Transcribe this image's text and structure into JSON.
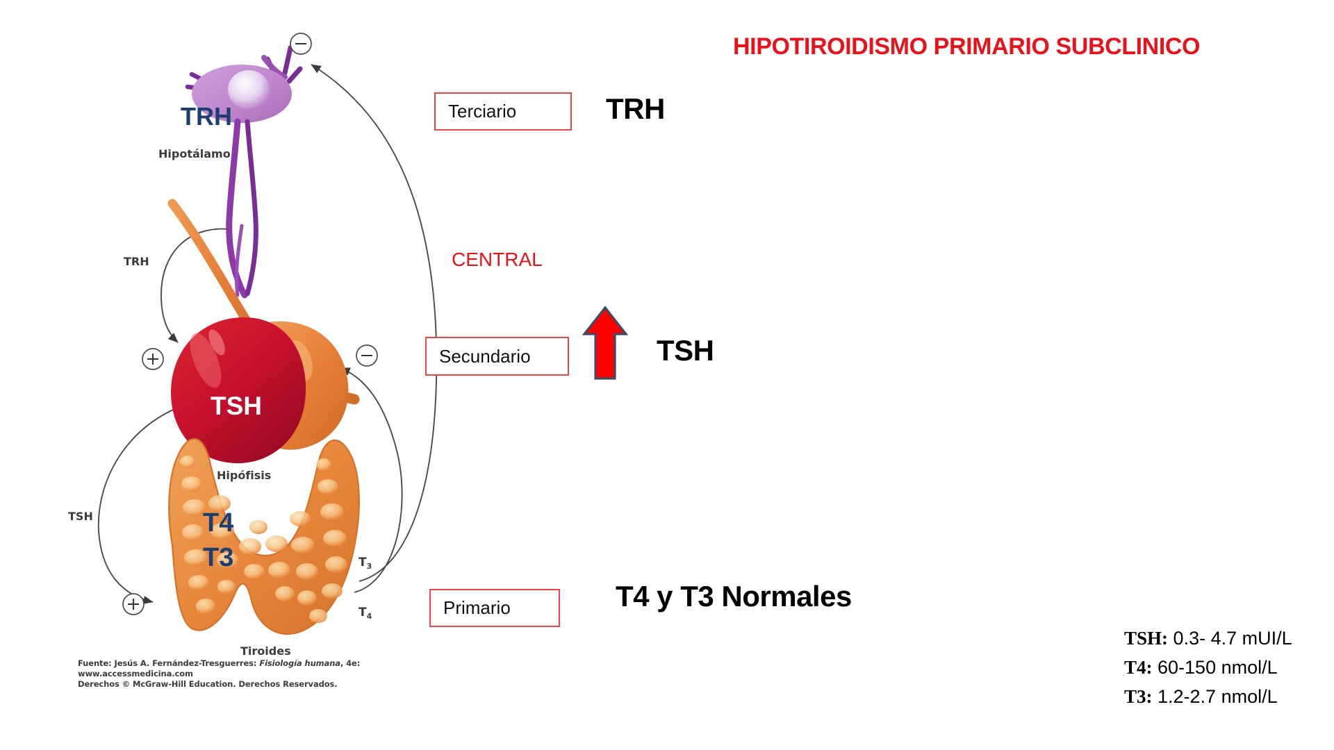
{
  "slide": {
    "title": "HIPOTIROIDISMO PRIMARIO SUBCLINICO",
    "title_color": "#e8131a",
    "background": "#ffffff"
  },
  "central_label": {
    "text": "CENTRAL",
    "color": "#e8131a"
  },
  "levels": [
    {
      "id": "terciario",
      "label": "Terciario",
      "result": "TRH",
      "arrow": "none"
    },
    {
      "id": "secundario",
      "label": "Secundario",
      "result": "TSH",
      "arrow": "up-red"
    },
    {
      "id": "primario",
      "label": "Primario",
      "result": "T4 y T3 Normales",
      "arrow": "none"
    }
  ],
  "arrow": {
    "name": "red-up-arrow",
    "direction": "up",
    "fill": "#ff0000",
    "stroke": "#3d4a66",
    "meaning": "elevated"
  },
  "lab_reference": [
    {
      "analyte": "TSH:",
      "range": "0.3- 4.7 mUI/L"
    },
    {
      "analyte": "T4:",
      "range": "60-150 nmol/L"
    },
    {
      "analyte": "T3:",
      "range": "1.2-2.7 nmol/L"
    }
  ],
  "anatomy": {
    "hypothalamus": {
      "organ_label": "Hipotálamo",
      "hormone_label": "TRH",
      "hormone_color": "#1b3f72",
      "cell_color": "#c08bc9"
    },
    "pituitary": {
      "organ_label": "Hipófisis",
      "hormone_label": "TSH",
      "hormone_color": "#ffffff",
      "anterior_color": "#c8102e",
      "posterior_color": "#e8803a"
    },
    "thyroid": {
      "organ_label": "Tiroides",
      "hormone_labels": [
        "T4",
        "T3"
      ],
      "hormone_color": "#1b3f72",
      "gland_color": "#e8873c"
    },
    "pathway_labels": [
      {
        "name": "trh-pathway-label",
        "text": "TRH"
      },
      {
        "name": "tsh-pathway-label",
        "text": "TSH"
      },
      {
        "name": "t3-feedback-label",
        "text": "T",
        "sub": "3"
      },
      {
        "name": "t4-feedback-label",
        "text": "T",
        "sub": "4"
      }
    ],
    "feedback_signs": [
      {
        "name": "minus-sign-hypothalamus",
        "symbol": "−"
      },
      {
        "name": "plus-sign-pituitary",
        "symbol": "+"
      },
      {
        "name": "minus-sign-pituitary",
        "symbol": "−"
      },
      {
        "name": "plus-sign-thyroid",
        "symbol": "+"
      }
    ]
  },
  "source_credit": {
    "line1_prefix": "Fuente: Jesús A. Fernández-Tresguerres: ",
    "line1_italic": "Fisiología humana",
    "line1_suffix": ", 4e:",
    "line2": "www.accessmedicina.com",
    "line3": "Derechos © McGraw-Hill Education. Derechos Reservados."
  }
}
